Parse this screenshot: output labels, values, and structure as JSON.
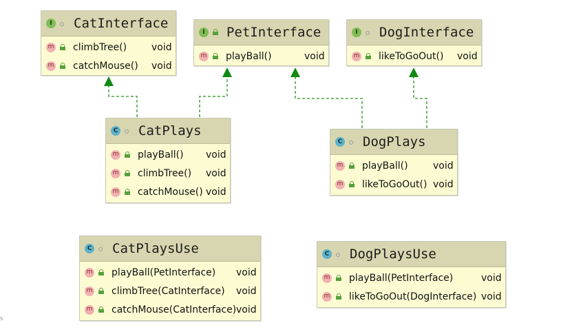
{
  "classes": {
    "cat_interface": {
      "kind": "I",
      "name": "CatInterface",
      "methods": [
        {
          "name": "climbTree()",
          "type": "void"
        },
        {
          "name": "catchMouse()",
          "type": "void"
        }
      ]
    },
    "pet_interface": {
      "kind": "I",
      "name": "PetInterface",
      "methods": [
        {
          "name": "playBall()",
          "type": "void"
        }
      ]
    },
    "dog_interface": {
      "kind": "I",
      "name": "DogInterface",
      "methods": [
        {
          "name": "likeToGoOut()",
          "type": "void"
        }
      ]
    },
    "cat_plays": {
      "kind": "C",
      "name": "CatPlays",
      "methods": [
        {
          "name": "playBall()",
          "type": "void"
        },
        {
          "name": "climbTree()",
          "type": "void"
        },
        {
          "name": "catchMouse()",
          "type": "void"
        }
      ]
    },
    "dog_plays": {
      "kind": "C",
      "name": "DogPlays",
      "methods": [
        {
          "name": "playBall()",
          "type": "void"
        },
        {
          "name": "likeToGoOut()",
          "type": "void"
        }
      ]
    },
    "cat_plays_use": {
      "kind": "C",
      "name": "CatPlaysUse",
      "methods": [
        {
          "name": "playBall(PetInterface)",
          "type": "void"
        },
        {
          "name": "climbTree(CatInterface)",
          "type": "void"
        },
        {
          "name": "catchMouse(CatInterface)",
          "type": "void"
        }
      ]
    },
    "dog_plays_use": {
      "kind": "C",
      "name": "DogPlaysUse",
      "methods": [
        {
          "name": "playBall(PetInterface)",
          "type": "void"
        },
        {
          "name": "likeToGoOut(DogInterface)",
          "type": "void"
        }
      ]
    }
  },
  "member_badge": "m",
  "stray_text": "s",
  "colors": {
    "interface_badge": "#7fbd55",
    "class_badge": "#5fb2c8",
    "method_badge": "#f2b1b1",
    "arrow": "#2a8a1f",
    "box_fill": "#fdfbd2",
    "header_fill": "#d8d6b0"
  }
}
